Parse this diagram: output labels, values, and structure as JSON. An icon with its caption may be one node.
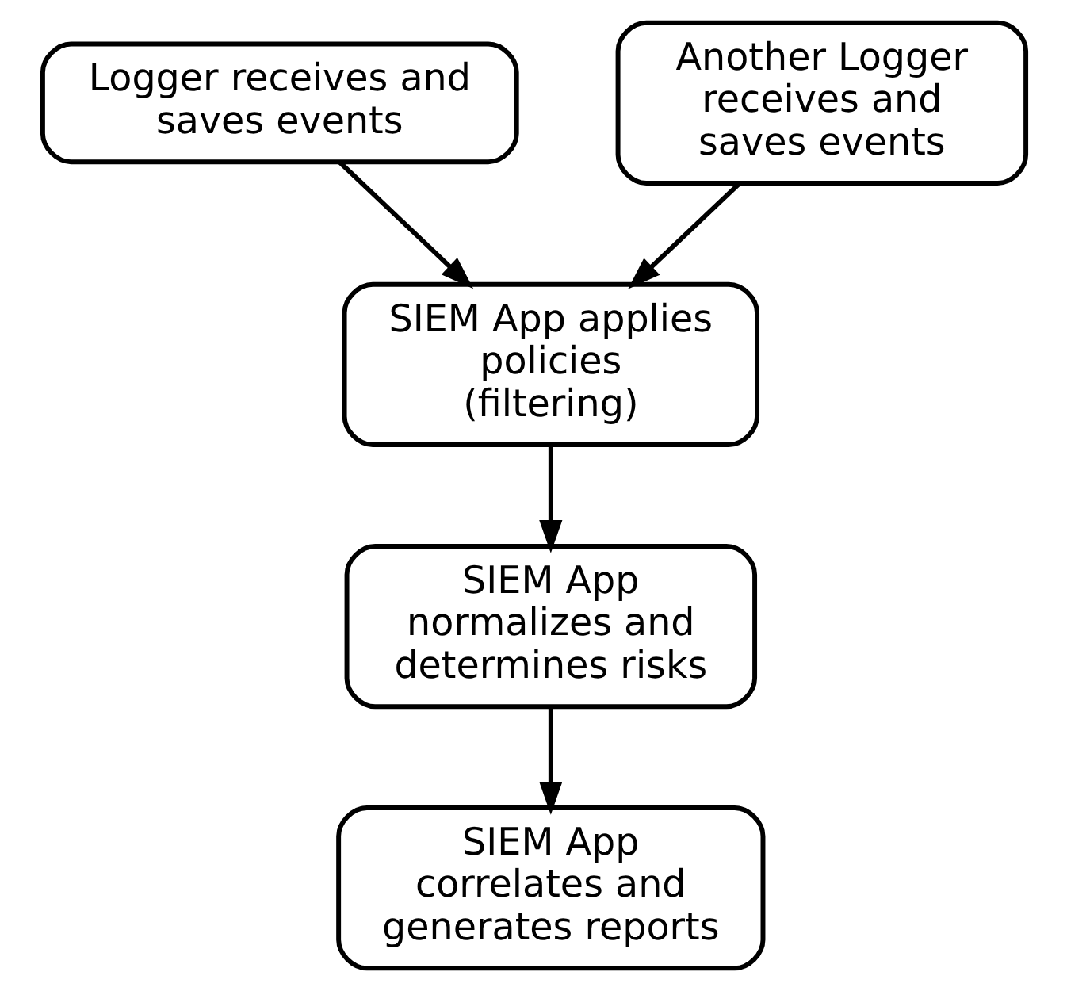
{
  "diagram": {
    "nodes": [
      {
        "text": [
          "Logger receives and saves events"
        ]
      },
      {
        "text": [
          "Another Logger receives and saves events"
        ]
      },
      {
        "text": [
          "SIEM App applies policies (filtering)"
        ]
      },
      {
        "text": [
          "SIEM App normalizes and determines risks"
        ]
      },
      {
        "text": [
          "SIEM App correlates and generates reports"
        ]
      }
    ],
    "edges": [
      {
        "from": 0,
        "to": 2,
        "arrow": "to"
      },
      {
        "from": 1,
        "to": 2,
        "arrow": "to"
      },
      {
        "from": 2,
        "to": 3,
        "arrow": "to"
      },
      {
        "from": 3,
        "to": 4,
        "arrow": "to"
      }
    ]
  }
}
